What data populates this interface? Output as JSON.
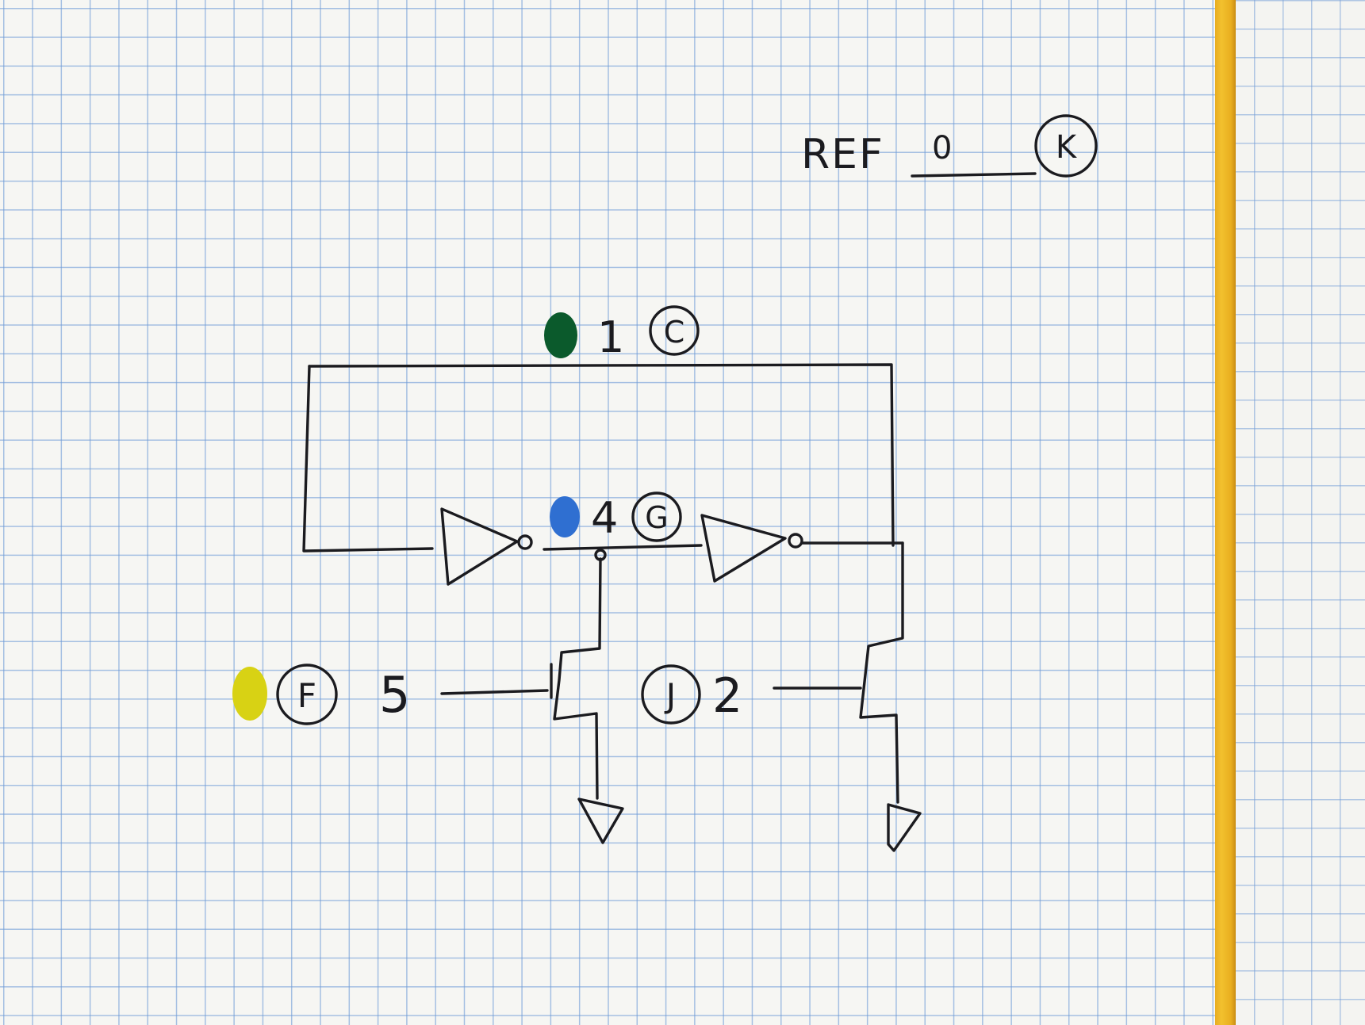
{
  "header": {
    "ref_label": "REF",
    "ref_value": "0",
    "ref_circle": "K"
  },
  "nodes": {
    "top": {
      "number": "1",
      "letter": "C",
      "dot_color": "#0b5a2c"
    },
    "middle": {
      "number": "4",
      "letter": "G",
      "dot_color": "#2f6fd1"
    },
    "left_input": {
      "number": "5",
      "letter": "F",
      "dot_color": "#d8d214"
    },
    "right_input": {
      "number": "2",
      "letter": "J"
    }
  },
  "colors": {
    "ink": "#1b1b1f",
    "grid": "#6e9bd7",
    "binder": "#f2c12e"
  }
}
